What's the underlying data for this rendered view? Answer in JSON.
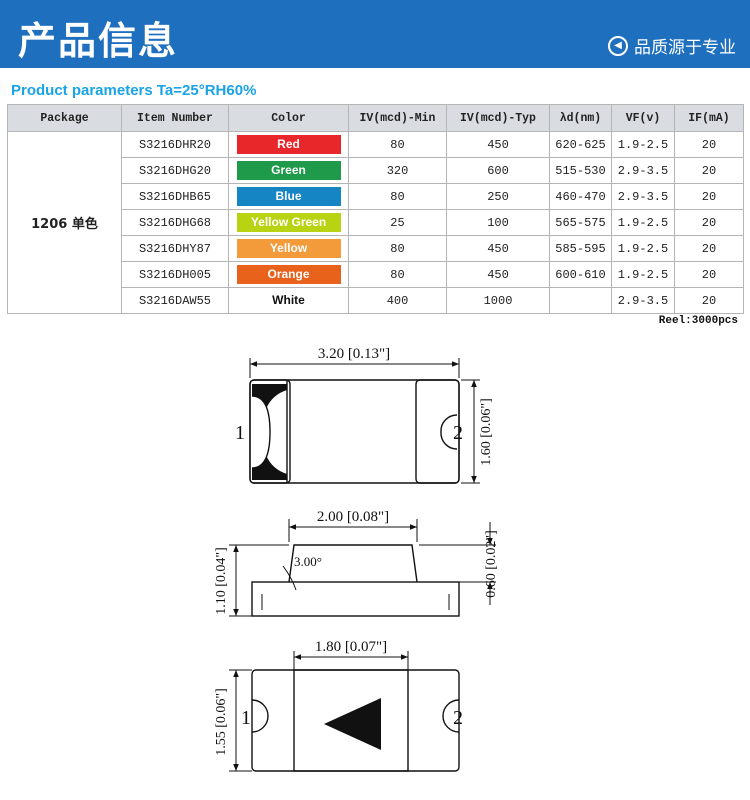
{
  "banner": {
    "title": "产品信息",
    "tagline": "品质源于专业",
    "bg_color": "#1f6fbf",
    "icon": "chevron-left-circle-icon"
  },
  "params_heading": "Product parameters Ta=25°RH60%",
  "table": {
    "headers": [
      "Package",
      "Item Number",
      "Color",
      "IV(mcd)-Min",
      "IV(mcd)-Typ",
      "λd(nm)",
      "VF(v)",
      "IF(mA)"
    ],
    "package": "1206 单色",
    "rows": [
      {
        "item": "S3216DHR20",
        "color": "Red",
        "swatch": "#e8272b",
        "iv_min": "80",
        "iv_typ": "450",
        "wavelength": "620-625",
        "vf": "1.9-2.5",
        "if": "20"
      },
      {
        "item": "S3216DHG20",
        "color": "Green",
        "swatch": "#1f9a4a",
        "iv_min": "320",
        "iv_typ": "600",
        "wavelength": "515-530",
        "vf": "2.9-3.5",
        "if": "20"
      },
      {
        "item": "S3216DHB65",
        "color": "Blue",
        "swatch": "#1585c4",
        "iv_min": "80",
        "iv_typ": "250",
        "wavelength": "460-470",
        "vf": "2.9-3.5",
        "if": "20"
      },
      {
        "item": "S3216DHG68",
        "color": "Yellow Green",
        "swatch": "#b8d311",
        "iv_min": "25",
        "iv_typ": "100",
        "wavelength": "565-575",
        "vf": "1.9-2.5",
        "if": "20"
      },
      {
        "item": "S3216DHY87",
        "color": "Yellow",
        "swatch": "#f39a3b",
        "iv_min": "80",
        "iv_typ": "450",
        "wavelength": "585-595",
        "vf": "1.9-2.5",
        "if": "20"
      },
      {
        "item": "S3216DH005",
        "color": "Orange",
        "swatch": "#e8621c",
        "iv_min": "80",
        "iv_typ": "450",
        "wavelength": "600-610",
        "vf": "1.9-2.5",
        "if": "20"
      },
      {
        "item": "S3216DAW55",
        "color": "White",
        "swatch": "#ffffff",
        "iv_min": "400",
        "iv_typ": "1000",
        "wavelength": "",
        "vf": "2.9-3.5",
        "if": "20"
      }
    ]
  },
  "reel_note": "Reel:3000pcs",
  "drawing": {
    "top_view": {
      "width_label": "3.20 [0.13\"]",
      "height_label": "1.60 [0.06\"]",
      "pin1": "1",
      "pin2": "2"
    },
    "side_view": {
      "top_width_label": "2.00 [0.08\"]",
      "angle_label": "3.00°",
      "total_height_label": "1.10 [0.04\"]",
      "body_height_label": "0.60 [0.02\"]"
    },
    "bottom_view": {
      "width_label": "1.80 [0.07\"]",
      "height_label": "1.55 [0.06\"]",
      "pin1": "1",
      "pin2": "2"
    }
  }
}
